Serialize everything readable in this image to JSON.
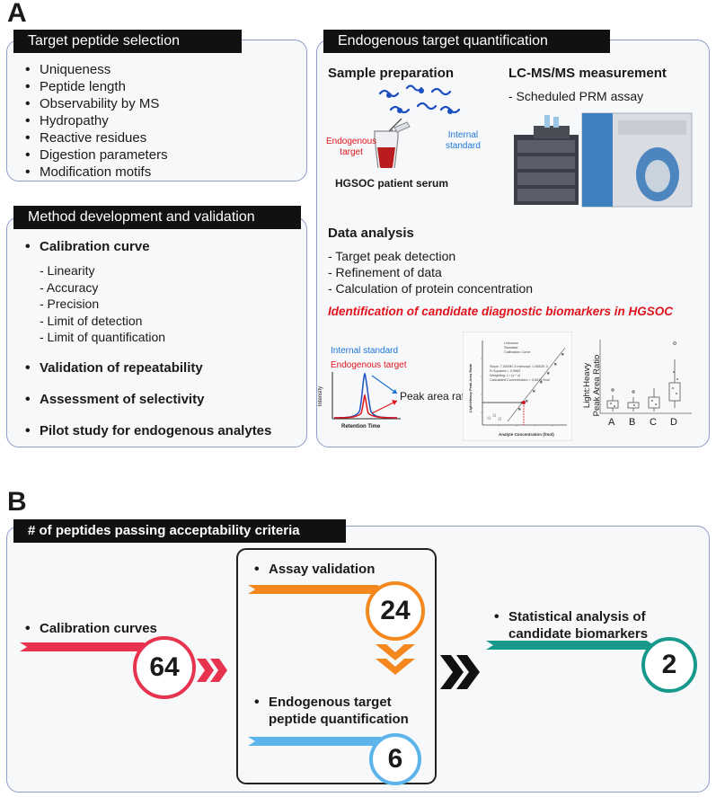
{
  "panel_a": {
    "letter": "A",
    "target_selection": {
      "title": "Target peptide selection",
      "items": [
        "Uniqueness",
        "Peptide length",
        "Observability by MS",
        "Hydropathy",
        "Reactive residues",
        "Digestion parameters",
        "Modification motifs"
      ]
    },
    "method_dev": {
      "title": "Method development and validation",
      "calibration_label": "Calibration curve",
      "calibration_subitems": [
        "- Linearity",
        "- Accuracy",
        "- Precision",
        "- Limit of detection",
        "- Limit of quantification"
      ],
      "other_items": [
        "Validation of repeatability",
        "Assessment of selectivity",
        "Pilot study for endogenous analytes"
      ]
    },
    "quantification": {
      "title": "Endogenous target quantification",
      "sample_prep_label": "Sample preparation",
      "internal_standard_label": [
        "Internal",
        "standard"
      ],
      "endogenous_target_label": [
        "Endogenous",
        "target"
      ],
      "serum_label": "HGSOC patient serum",
      "lcms_label": "LC-MS/MS measurement",
      "lcms_sub": "- Scheduled PRM assay",
      "data_analysis_label": "Data analysis",
      "data_analysis_items": [
        "- Target peak detection",
        "- Refinement of data",
        "- Calculation of protein concentration"
      ],
      "highlight": "Identification of candidate diagnostic biomarkers in HGSOC",
      "chrom": {
        "internal_standard": "Internal standard",
        "endogenous_target": "Endogenous target",
        "y_label": "Intensity",
        "x_label": "Retention Time",
        "peak_area_label": "Peak area ratio"
      },
      "calib_plot": {
        "legend": [
          "Unknown",
          "Standard",
          "Calibration Curve"
        ],
        "stats": [
          "Slope: 7.6539E-3 Intercept: 1.5552E-3",
          "R-Squared = 0.9982",
          "Weighting: 1 / (x * x)",
          "Calculated Concentration = 3.6616 fmol"
        ],
        "x_label": "Analyte Concentration (fmol)",
        "y_label": "Light:Heavy Peak Area Ratio"
      },
      "box_plot": {
        "y_label": [
          "Light:Heavy",
          "Peak Area Ratio"
        ],
        "categories": [
          "A",
          "B",
          "C",
          "D"
        ]
      }
    }
  },
  "panel_b": {
    "letter": "B",
    "title": "# of peptides passing acceptability criteria",
    "calibration": {
      "label": "Calibration curves",
      "count": "64"
    },
    "assay": {
      "label": "Assay validation",
      "count": "24"
    },
    "endogenous": {
      "label_lines": [
        "Endogenous target",
        "peptide quantification"
      ],
      "count": "6"
    },
    "statistical": {
      "label_lines": [
        "Statistical analysis of",
        "candidate biomarkers"
      ],
      "count": "2"
    },
    "colors": {
      "red": "#e8334f",
      "orange": "#f5871f",
      "blue": "#5cb4ea",
      "teal": "#17998c"
    }
  }
}
